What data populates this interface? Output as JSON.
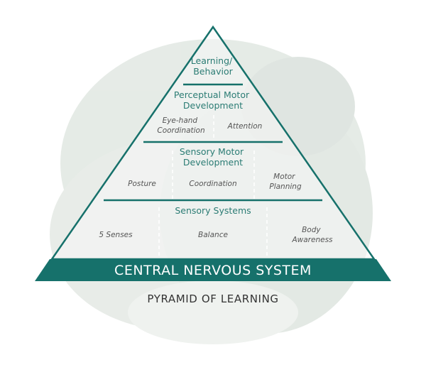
{
  "colors": {
    "accent": "#16716b",
    "text": "#333333",
    "label": "#2b7c74",
    "background_wash": "#dfe6e1"
  },
  "pyramid": {
    "levels": [
      {
        "title": [
          "Learning/",
          "Behavior"
        ],
        "items": []
      },
      {
        "title": [
          "Perceptual Motor",
          "Development"
        ],
        "items": [
          [
            "Eye-hand",
            "Coordination"
          ],
          [
            "Attention"
          ]
        ]
      },
      {
        "title": [
          "Sensory Motor",
          "Development"
        ],
        "items": [
          [
            "Posture"
          ],
          [
            "Coordination"
          ],
          [
            "Motor",
            "Planning"
          ]
        ]
      },
      {
        "title": [
          "Sensory Systems"
        ],
        "items": [
          [
            "5 Senses"
          ],
          [
            "Balance"
          ],
          [
            "Body",
            "Awareness"
          ]
        ]
      }
    ],
    "base_label": "CENTRAL NERVOUS SYSTEM"
  },
  "caption": "PYRAMID OF LEARNING"
}
